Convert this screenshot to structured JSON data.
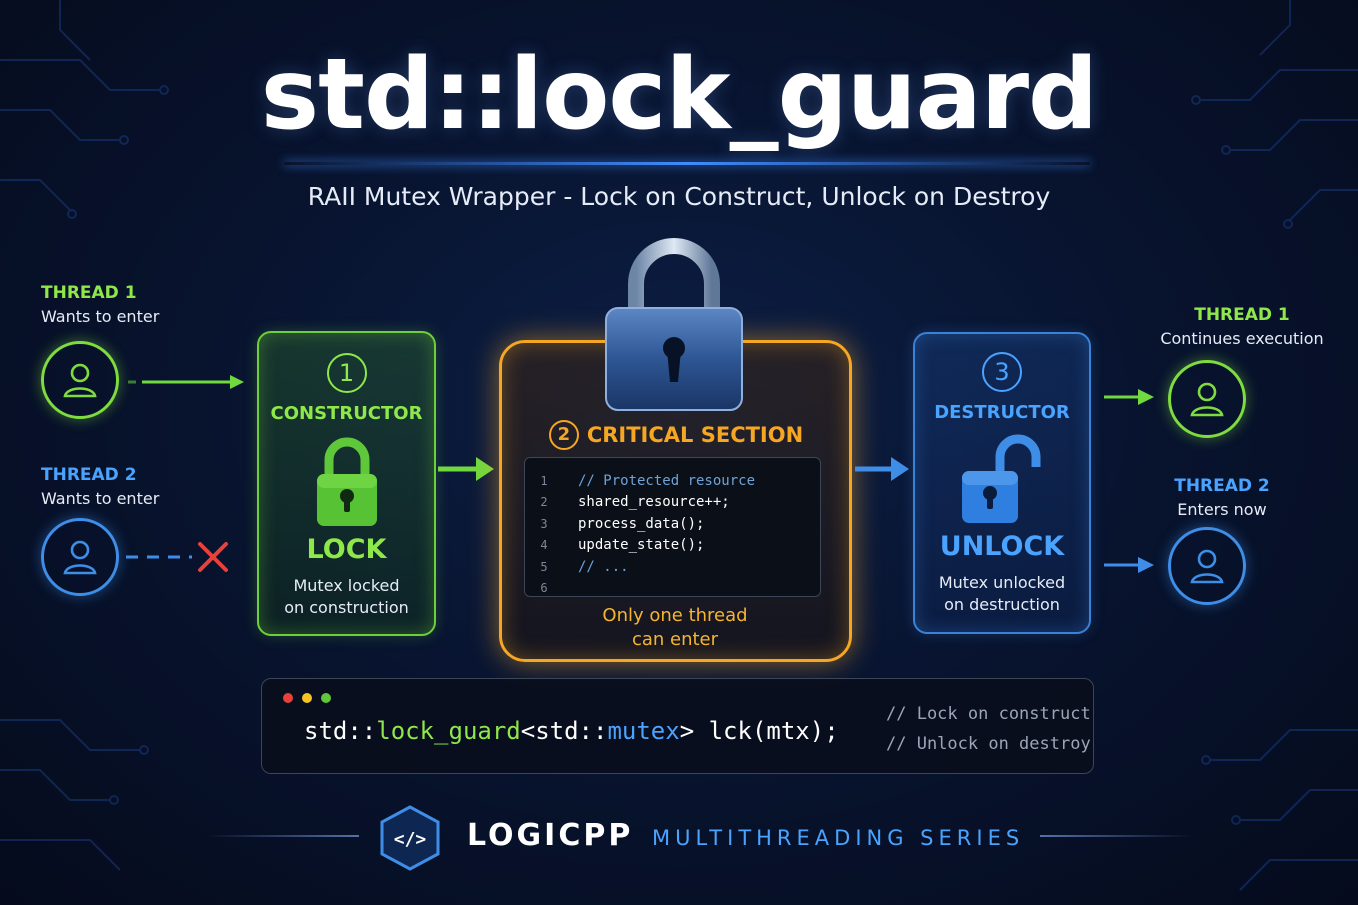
{
  "title": "std::lock_guard",
  "subtitle": "RAII Mutex Wrapper - Lock on Construct, Unlock on Destroy",
  "left_threads": [
    {
      "name": "THREAD 1",
      "status": "Wants to enter"
    },
    {
      "name": "THREAD 2",
      "status": "Wants to enter"
    }
  ],
  "right_threads": [
    {
      "name": "THREAD 1",
      "status": "Continues execution"
    },
    {
      "name": "THREAD 2",
      "status": "Enters now"
    }
  ],
  "constructor": {
    "number": "1",
    "title": "CONSTRUCTOR",
    "action": "LOCK",
    "desc_line1": "Mutex locked",
    "desc_line2": "on construction"
  },
  "critical": {
    "number": "2",
    "title": "CRITICAL SECTION",
    "code": [
      {
        "n": "1",
        "text": "// Protected resource"
      },
      {
        "n": "2",
        "text": "shared_resource++;"
      },
      {
        "n": "3",
        "text": "process_data();"
      },
      {
        "n": "4",
        "text": "update_state();"
      },
      {
        "n": "5",
        "text": "// ..."
      },
      {
        "n": "6",
        "text": ""
      }
    ],
    "note_line1": "Only one thread",
    "note_line2": "can enter"
  },
  "destructor": {
    "number": "3",
    "title": "DESTRUCTOR",
    "action": "UNLOCK",
    "desc_line1": "Mutex unlocked",
    "desc_line2": "on destruction"
  },
  "code_snippet": {
    "p1": "std::",
    "p2": "lock_guard",
    "p3": "<std::",
    "p4": "mutex",
    "p5": "> lck(mtx);",
    "comment1": "// Lock on construct",
    "comment2": "// Unlock on destroy"
  },
  "footer": {
    "brand": "LOGICPP",
    "logo": "</>",
    "series": "MULTITHREADING SERIES"
  },
  "colors": {
    "green": "#8ee84a",
    "blue": "#49a3ff",
    "orange": "#f5a623",
    "red": "#e8413c"
  }
}
